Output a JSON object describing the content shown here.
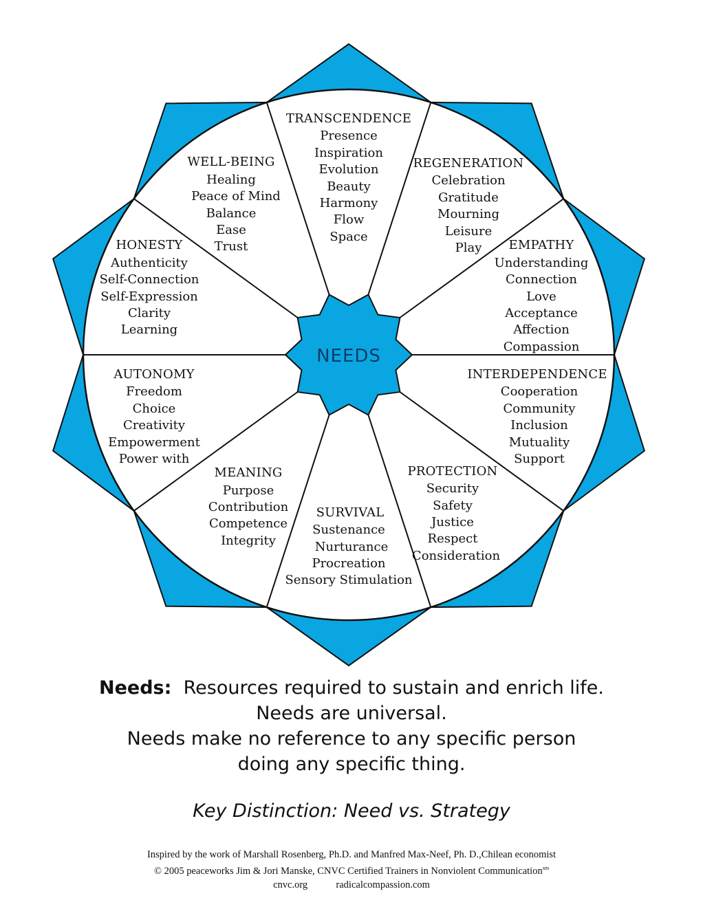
{
  "center_label": "NEEDS",
  "colors": {
    "accent": "#0aa6e2",
    "line": "#111111",
    "center_text": "#0d3b66"
  },
  "segments": [
    {
      "title": "TRANSCENDENCE",
      "items": [
        "Presence",
        "Inspiration",
        "Evolution",
        "Beauty",
        "Harmony",
        "Flow",
        "Space"
      ]
    },
    {
      "title": "REGENERATION",
      "items": [
        "Celebration",
        "Gratitude",
        "Mourning",
        "Leisure",
        "Play"
      ]
    },
    {
      "title": "EMPATHY",
      "items": [
        "Understanding",
        "Connection",
        "Love",
        "Acceptance",
        "Affection",
        "Compassion"
      ]
    },
    {
      "title": "INTERDEPENDENCE",
      "items": [
        "Cooperation",
        "Community",
        "Inclusion",
        "Mutuality",
        "Support"
      ]
    },
    {
      "title": "PROTECTION",
      "items": [
        "Security",
        "Safety",
        "Justice",
        "Respect",
        "Consideration"
      ]
    },
    {
      "title": "SURVIVAL",
      "items": [
        "Sustenance",
        "Nurturance",
        "Procreation",
        "Sensory Stimulation"
      ]
    },
    {
      "title": "MEANING",
      "items": [
        "Purpose",
        "Contribution",
        "Competence",
        "Integrity"
      ]
    },
    {
      "title": "AUTONOMY",
      "items": [
        "Freedom",
        "Choice",
        "Creativity",
        "Empowerment",
        "Power with"
      ]
    },
    {
      "title": "HONESTY",
      "items": [
        "Authenticity",
        "Self-Connection",
        "Self-Expression",
        "Clarity",
        "Learning"
      ]
    },
    {
      "title": "WELL-BEING",
      "items": [
        "Healing",
        "Peace of Mind",
        "Balance",
        "Ease",
        "Trust"
      ]
    }
  ],
  "definition": {
    "term": "Needs:",
    "line1": "Resources required to sustain and enrich life.",
    "line2": "Needs are universal.",
    "line3": "Needs make no reference to any specific person",
    "line4": "doing any specific thing."
  },
  "key_distinction": "Key Distinction:  Need vs. Strategy",
  "footer": {
    "line1": "Inspired by the work of  Marshall Rosenberg, Ph.D. and Manfred Max-Neef, Ph. D.,Chilean economist",
    "line2": "© 2005 peaceworks Jim & Jori Manske, CNVC Certified Trainers in Nonviolent Communication",
    "line2_mark": "sm",
    "site1": "cnvc.org",
    "site2": "radicalcompassion.com"
  }
}
